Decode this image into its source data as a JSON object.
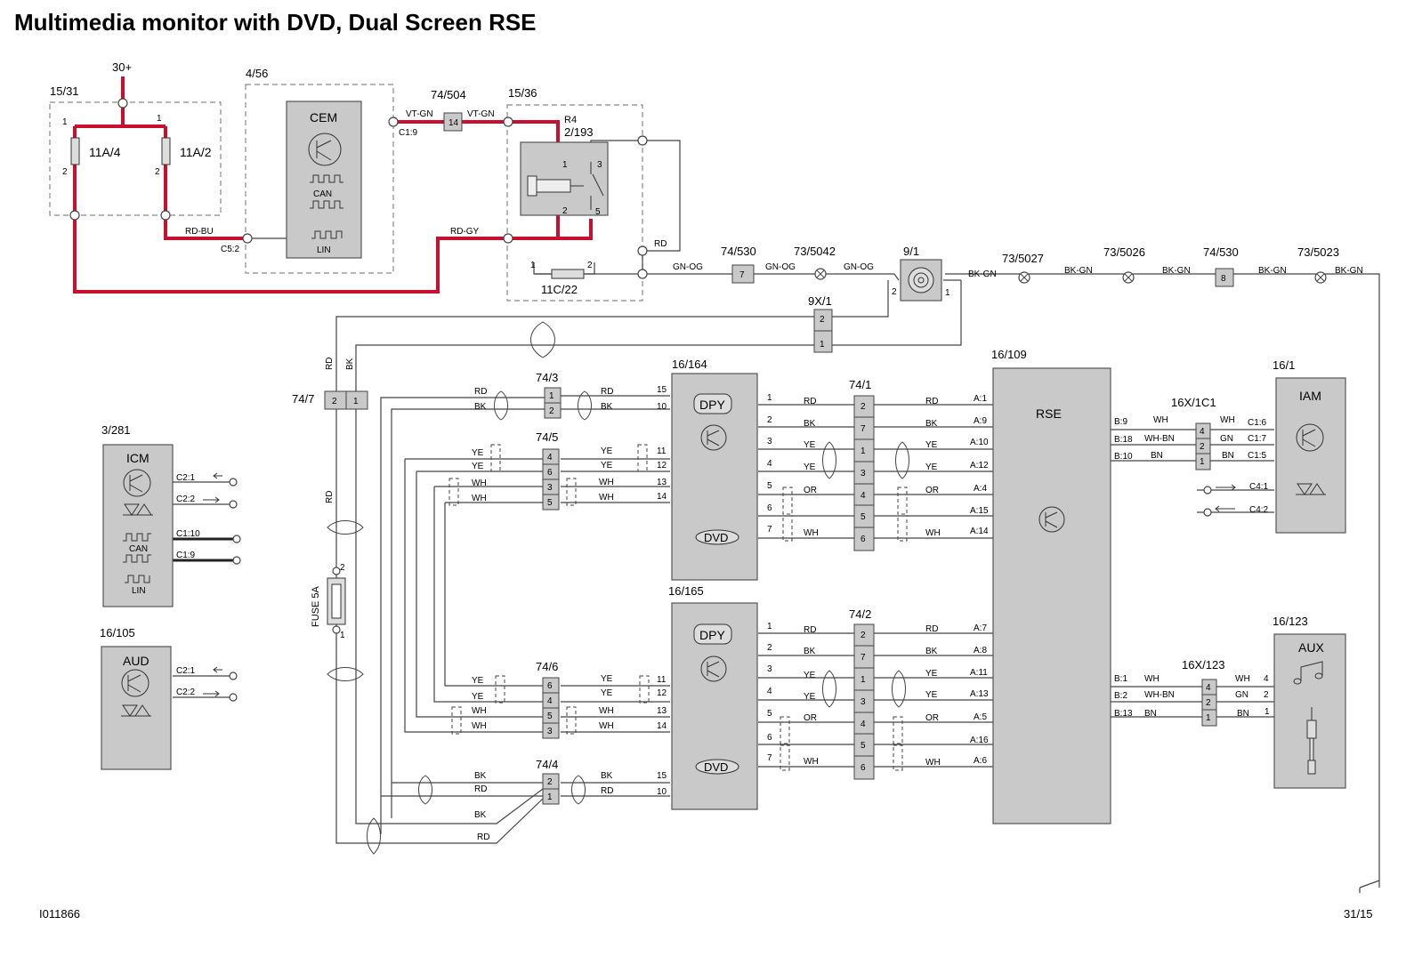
{
  "title": "Multimedia monitor with DVD, Dual Screen RSE",
  "figure_id": "I011866",
  "ground": "31/15",
  "supply": "30+",
  "colors": {
    "power_wire": "#c8102e",
    "module_fill": "#c9c9c9"
  },
  "fusebox": {
    "id": "15/31",
    "fuses": [
      "11A/4",
      "11A/2"
    ],
    "pins": [
      "1",
      "1",
      "2",
      "2"
    ]
  },
  "cem": {
    "id": "4/56",
    "label": "CEM",
    "can": "CAN",
    "lin": "LIN",
    "pin_top": "C1:9",
    "pin_bottom": "C5:2"
  },
  "wire_labels": {
    "vtgn1": "VT-GN",
    "vtgn2": "VT-GN",
    "rdbu": "RD-BU",
    "rdgy": "RD-GY",
    "rd_relay": "RD",
    "gnog1": "GN-OG",
    "gnog2": "GN-OG",
    "gnog3": "GN-OG",
    "bkgn1": "BK-GN",
    "bkgn2": "BK-GN",
    "bkgn3": "BK-GN",
    "bkgn4": "BK-GN",
    "bkgn5": "BK-GN",
    "vrd": "RD",
    "vbk": "BK",
    "vrd2": "RD"
  },
  "splices": {
    "s74_504": "74/504",
    "s74_504_pin": "14",
    "s74_530a": "74/530",
    "s74_530a_pin": "7",
    "s73_5042": "73/5042",
    "s74_530b": "74/530",
    "s74_530b_pin": "8",
    "s73_5027": "73/5027",
    "s73_5026": "73/5026",
    "s73_5023": "73/5023"
  },
  "relay_box": {
    "id": "15/36",
    "relay": "R4",
    "relay_id": "2/193",
    "pins": [
      "1",
      "2",
      "3",
      "5"
    ],
    "fuse": "11C/22",
    "fuse_pins": [
      "1",
      "2"
    ]
  },
  "connector_9_1": {
    "id": "9/1",
    "pins": [
      "2",
      "1"
    ]
  },
  "connector_9x1": {
    "id": "9X/1",
    "pins": [
      "2",
      "1"
    ]
  },
  "connector_74_7": {
    "id": "74/7",
    "pins": [
      "2",
      "1"
    ]
  },
  "inline_fuse": {
    "label": "FUSE 5A",
    "pins": [
      "2",
      "1"
    ]
  },
  "icm": {
    "id": "3/281",
    "label": "ICM",
    "can": "CAN",
    "lin": "LIN",
    "pins": [
      "C2:1",
      "C2:2",
      "C1:10",
      "C1:9"
    ]
  },
  "aud": {
    "id": "16/105",
    "label": "AUD",
    "pins": [
      "C2:1",
      "C2:2"
    ]
  },
  "dpy1": {
    "id": "16/164",
    "dpy": "DPY",
    "dvd": "DVD",
    "pins_left": [
      "15",
      "10",
      "11",
      "12",
      "13",
      "14"
    ],
    "pins_right": [
      "1",
      "2",
      "3",
      "4",
      "5",
      "6",
      "7"
    ]
  },
  "dpy2": {
    "id": "16/165",
    "dpy": "DPY",
    "dvd": "DVD",
    "pins_left": [
      "11",
      "12",
      "13",
      "14",
      "15",
      "10"
    ],
    "pins_right": [
      "1",
      "2",
      "3",
      "4",
      "5",
      "6",
      "7"
    ]
  },
  "c74_3": {
    "id": "74/3",
    "pins": [
      "1",
      "2"
    ],
    "w_in": [
      "RD",
      "BK"
    ],
    "w_out": [
      "RD",
      "BK"
    ]
  },
  "c74_5": {
    "id": "74/5",
    "pins": [
      "4",
      "6",
      "3",
      "5"
    ],
    "w_in": [
      "YE",
      "YE",
      "WH",
      "WH"
    ],
    "w_out": [
      "YE",
      "YE",
      "WH",
      "WH"
    ]
  },
  "c74_6": {
    "id": "74/6",
    "pins": [
      "6",
      "4",
      "5",
      "3"
    ],
    "w_in": [
      "YE",
      "YE",
      "WH",
      "WH"
    ],
    "w_out": [
      "YE",
      "YE",
      "WH",
      "WH"
    ]
  },
  "c74_4": {
    "id": "74/4",
    "pins": [
      "2",
      "1"
    ],
    "w_in": [
      "BK",
      "RD",
      "BK",
      "RD"
    ],
    "w_out": [
      "BK",
      "RD"
    ]
  },
  "c74_1": {
    "id": "74/1",
    "pins": [
      "2",
      "7",
      "1",
      "3",
      "4",
      "5",
      "6"
    ],
    "w_in": [
      "RD",
      "BK",
      "YE",
      "YE",
      "OR",
      "",
      "WH"
    ],
    "w_out": [
      "RD",
      "BK",
      "YE",
      "YE",
      "OR",
      "",
      "WH"
    ],
    "rse_pins": [
      "A:1",
      "A:9",
      "A:10",
      "A:12",
      "A:4",
      "A:15",
      "A:14"
    ]
  },
  "c74_2": {
    "id": "74/2",
    "pins": [
      "2",
      "7",
      "1",
      "3",
      "4",
      "5",
      "6"
    ],
    "w_in": [
      "RD",
      "BK",
      "YE",
      "YE",
      "OR",
      "",
      "WH"
    ],
    "w_out": [
      "RD",
      "BK",
      "YE",
      "YE",
      "OR",
      "",
      "WH"
    ],
    "rse_pins": [
      "A:7",
      "A:8",
      "A:11",
      "A:13",
      "A:5",
      "A:16",
      "A:6"
    ]
  },
  "rse": {
    "id": "16/109",
    "label": "RSE",
    "pins_right": [
      "B:9",
      "B:18",
      "B:10",
      "B:1",
      "B:2",
      "B:13"
    ]
  },
  "c16x1c1": {
    "id": "16X/1C1",
    "pins": [
      "4",
      "2",
      "1"
    ],
    "w_in": [
      "WH",
      "WH-BN",
      "BN"
    ],
    "w_out": [
      "WH",
      "GN",
      "BN"
    ]
  },
  "iam": {
    "id": "16/1",
    "label": "IAM",
    "pins": [
      "C1:6",
      "C1:7",
      "C1:5",
      "C4:1",
      "C4:2"
    ]
  },
  "c16x123": {
    "id": "16X/123",
    "pins": [
      "4",
      "2",
      "1"
    ],
    "w_in": [
      "WH",
      "WH-BN",
      "BN"
    ],
    "w_out": [
      "WH",
      "GN",
      "BN"
    ]
  },
  "aux": {
    "id": "16/123",
    "label": "AUX",
    "pins": [
      "4",
      "2",
      "1"
    ]
  }
}
